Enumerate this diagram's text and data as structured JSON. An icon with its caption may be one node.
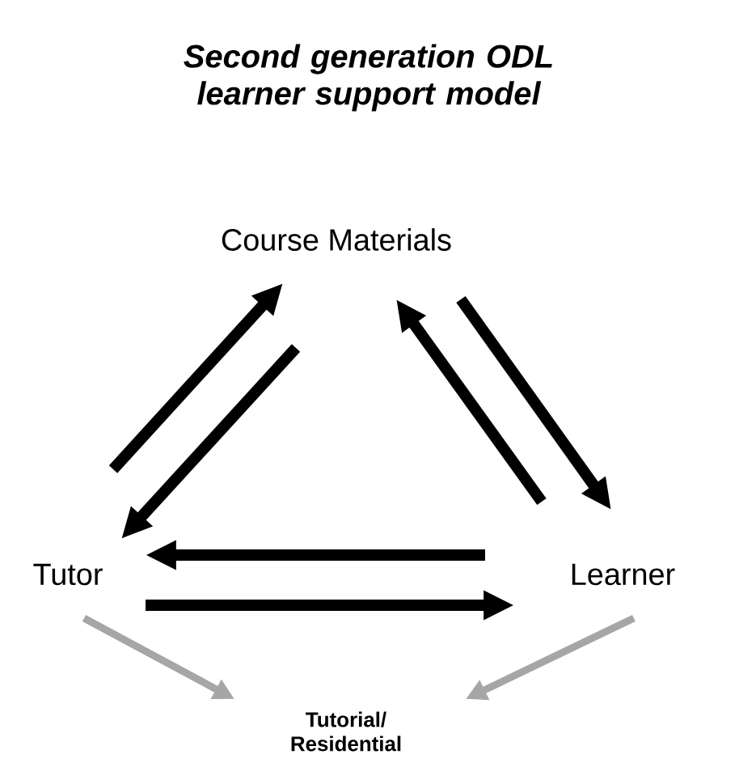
{
  "diagram": {
    "title": "Second generation ODL learner support model",
    "nodes": [
      {
        "text": [
          "Course Materials"
        ]
      },
      {
        "text": [
          "Tutor"
        ]
      },
      {
        "text": [
          "Learner"
        ]
      },
      {
        "text": [
          "Tutorial/ Residential"
        ]
      }
    ],
    "edges": [
      {
        "from": 1,
        "to": 0,
        "arrow": "to"
      },
      {
        "from": 0,
        "to": 1,
        "arrow": "to"
      },
      {
        "from": 2,
        "to": 0,
        "arrow": "to"
      },
      {
        "from": 0,
        "to": 2,
        "arrow": "to"
      },
      {
        "from": 2,
        "to": 1,
        "arrow": "to"
      },
      {
        "from": 1,
        "to": 2,
        "arrow": "to"
      },
      {
        "from": 1,
        "to": 3,
        "arrow": "to",
        "color": "#a6a6a6"
      },
      {
        "from": 2,
        "to": 3,
        "arrow": "to",
        "color": "#a6a6a6"
      }
    ]
  }
}
